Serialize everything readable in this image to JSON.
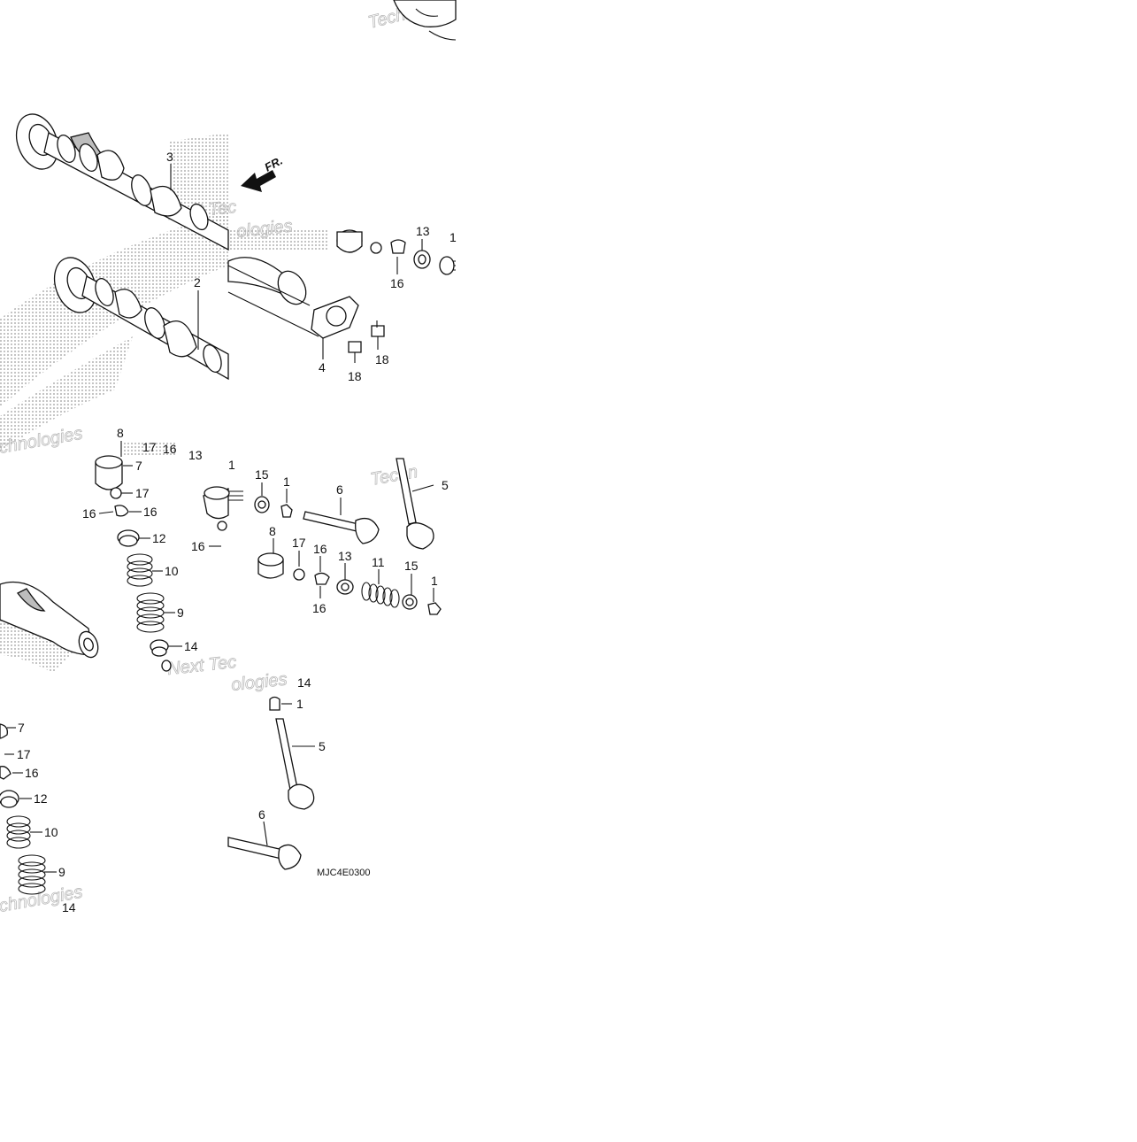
{
  "diagram": {
    "code": "MJC4E0300",
    "direction_label": "FR.",
    "watermark_text": "Next Technologies",
    "callouts": {
      "c1a": "1",
      "c1b": "1",
      "c1c": "1",
      "c1d": "1",
      "c1e": "1",
      "c2": "2",
      "c3": "3",
      "c4": "4",
      "c5a": "5",
      "c5b": "5",
      "c6a": "6",
      "c6b": "6",
      "c7a": "7",
      "c7b": "7",
      "c8a": "8",
      "c8b": "8",
      "c9a": "9",
      "c9b": "9",
      "c10a": "10",
      "c10b": "10",
      "c11a": "11",
      "c12a": "12",
      "c12b": "12",
      "c13a": "13",
      "c13b": "13",
      "c13c": "13",
      "c14a": "14",
      "c14b": "14",
      "c14c": "14",
      "c15a": "15",
      "c15b": "15",
      "c16a": "16",
      "c16b": "16",
      "c16c": "16",
      "c16d": "16",
      "c16e": "16",
      "c16f": "16",
      "c16g": "16",
      "c16h": "16",
      "c17a": "17",
      "c17b": "17",
      "c17c": "17",
      "c17d": "17",
      "c18a": "18",
      "c18b": "18"
    }
  }
}
